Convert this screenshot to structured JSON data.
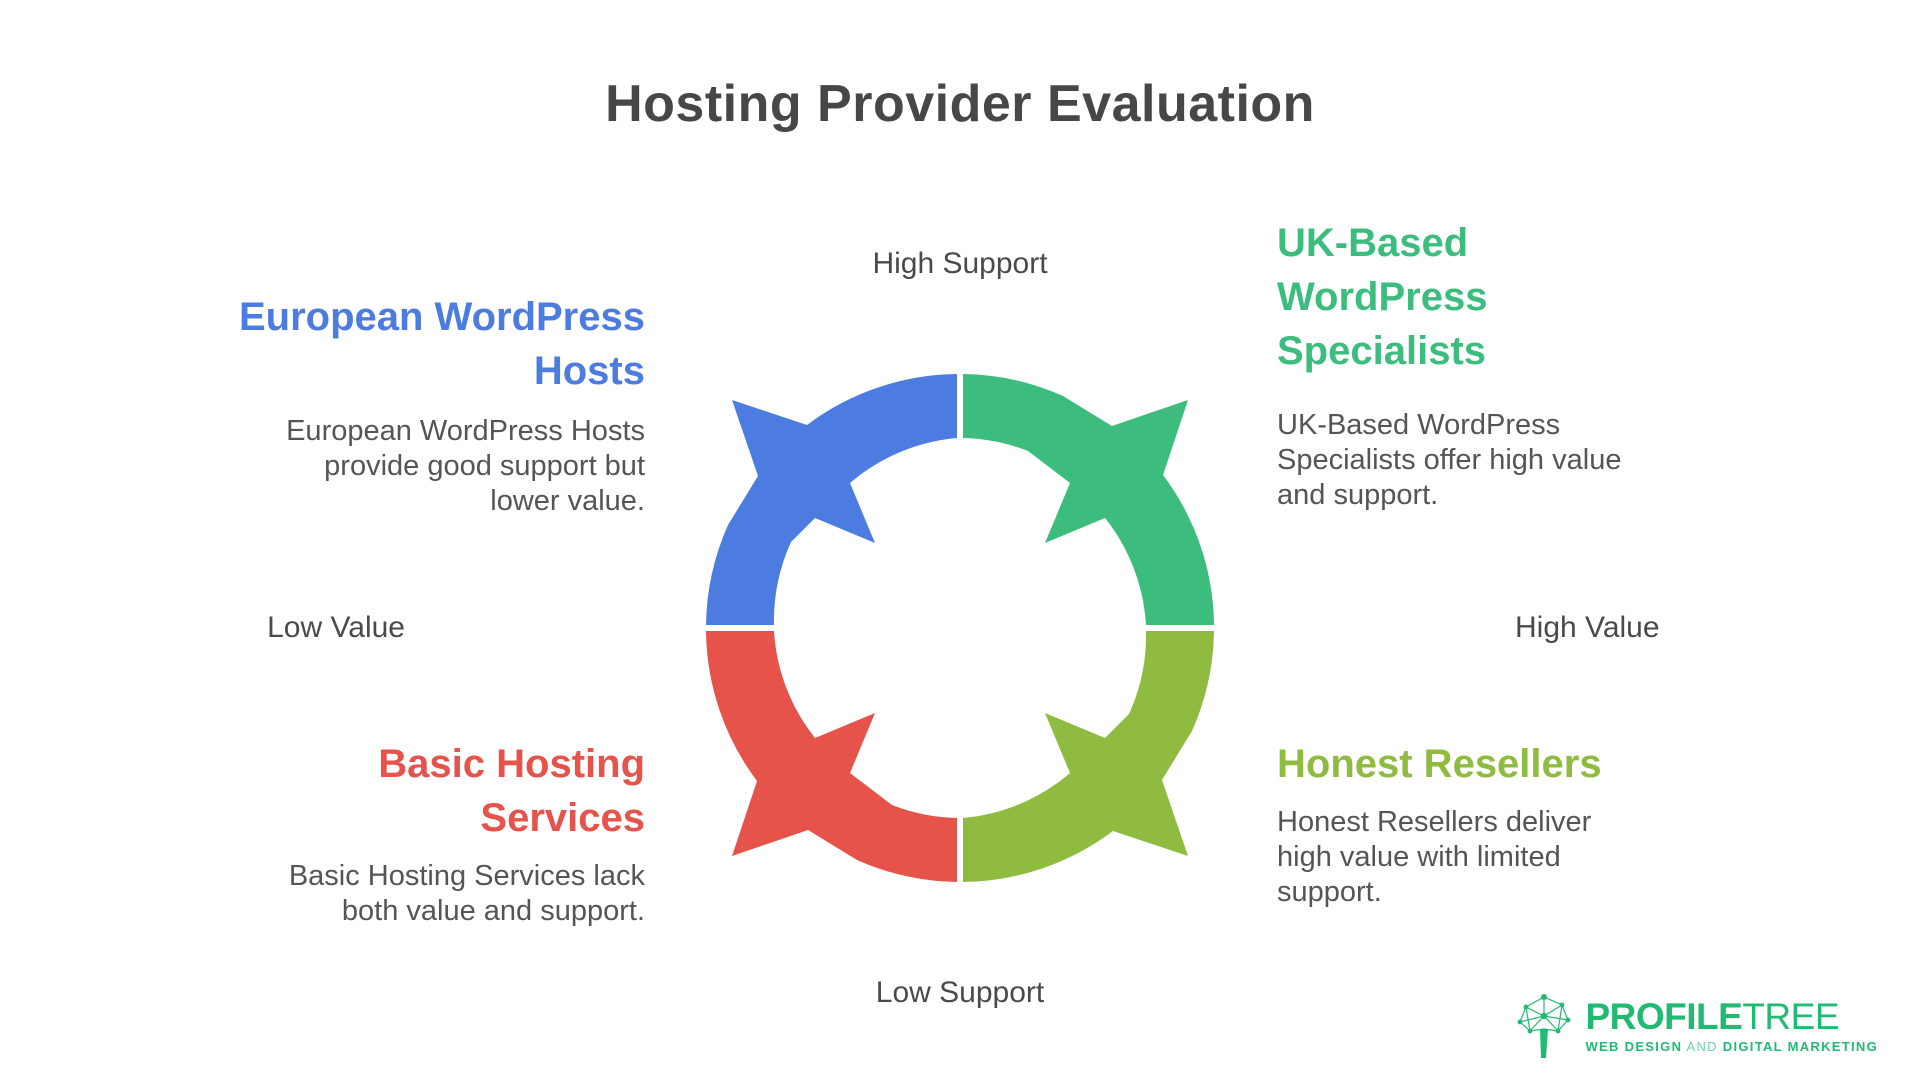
{
  "title": "Hosting Provider Evaluation",
  "axes": {
    "top": "High Support",
    "bottom": "Low Support",
    "left": "Low Value",
    "right": "High Value"
  },
  "sections": {
    "top_left": {
      "heading": "European WordPress Hosts",
      "heading_lines": [
        "European WordPress",
        "Hosts"
      ],
      "body": "European WordPress Hosts provide good support but lower value.",
      "body_lines": [
        "European WordPress Hosts",
        "provide good support but",
        "lower value."
      ],
      "color": "#4D7CE0"
    },
    "top_right": {
      "heading": "UK-Based WordPress Specialists",
      "heading_lines": [
        "UK-Based",
        "WordPress",
        "Specialists"
      ],
      "body": "UK-Based WordPress Specialists offer high value and support.",
      "body_lines": [
        "UK-Based WordPress",
        "Specialists offer high value",
        "and support."
      ],
      "color": "#3DBD7D"
    },
    "bottom_left": {
      "heading": "Basic Hosting Services",
      "heading_lines": [
        "Basic Hosting",
        "Services"
      ],
      "body": "Basic Hosting Services lack both value and support.",
      "body_lines": [
        "Basic Hosting Services lack",
        "both value and support."
      ],
      "color": "#E5534B"
    },
    "bottom_right": {
      "heading": "Honest Resellers",
      "heading_lines": [
        "Honest Resellers"
      ],
      "body": "Honest Resellers deliver high value with limited support.",
      "body_lines": [
        "Honest Resellers deliver",
        "high value with limited",
        "support."
      ],
      "color": "#8FBC40"
    }
  },
  "cycle": {
    "direction": "counterclockwise",
    "segment_colors": {
      "top_left_arrow": "#4D7CE0",
      "top_right_arrow": "#3DBD7D",
      "bottom_left_arrow": "#E5534B",
      "bottom_right_arrow": "#8FBC40"
    }
  },
  "logo": {
    "brand_primary": "PROFILE",
    "brand_secondary": "TREE",
    "tagline_bold_1": "WEB DESIGN",
    "tagline_light": "AND",
    "tagline_bold_2": "DIGITAL MARKETING",
    "color": "#21BA72"
  }
}
